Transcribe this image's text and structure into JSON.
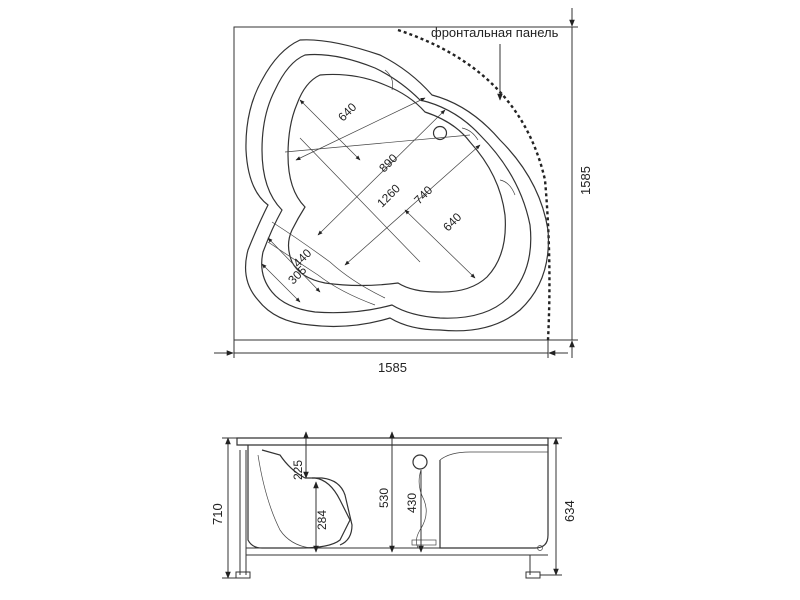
{
  "top_view": {
    "front_panel_label": "фронтальная панель",
    "width": "1585",
    "height": "1585",
    "dims": {
      "d640a": "640",
      "d890": "890",
      "d1260": "1260",
      "d740": "740",
      "d640b": "640",
      "d440": "440",
      "d305": "305"
    }
  },
  "side_view": {
    "overall_height": "710",
    "d225": "225",
    "d284": "284",
    "d530": "530",
    "d430": "430",
    "d634": "634"
  }
}
